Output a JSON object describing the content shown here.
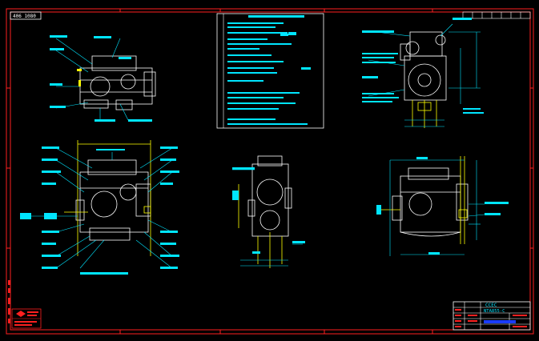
{
  "drawing": {
    "corner_tag": "406 1080",
    "title_block": {
      "company": "CCEC",
      "model": "NTA855-C"
    },
    "notes_panel": {
      "title_present": true
    },
    "annotations": {
      "right_top_note_lines": [
        "飞轮壳 SAE1#",
        "飞轮 SAE14\"",
        "(mm)"
      ],
      "left_side_note": "齿轮室",
      "views": [
        "front-top-view",
        "side-view-left",
        "front-view-center",
        "side-view-right",
        "end-view-top-right"
      ]
    },
    "colors": {
      "border": "#ff2020",
      "linework": "#ffffff",
      "dimension": "#00e5ff",
      "highlight": "#ffff00",
      "accent_blue": "#1a3cff",
      "background": "#000000"
    }
  }
}
